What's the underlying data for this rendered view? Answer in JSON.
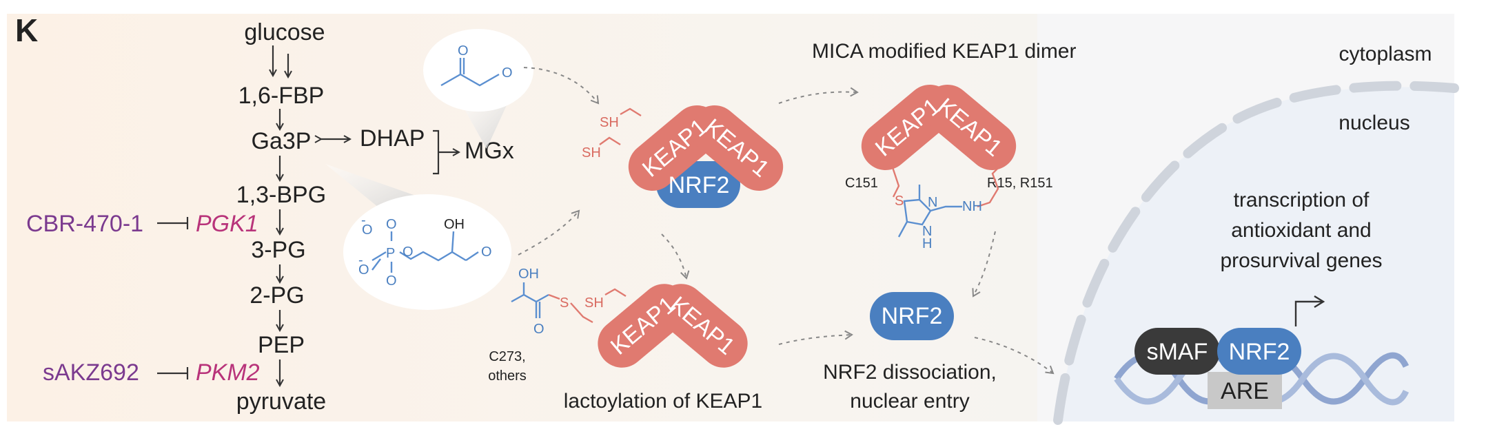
{
  "panel_label": "K",
  "glycolysis": {
    "metabolites": [
      "glucose",
      "1,6-FBP",
      "Ga3P",
      "1,3-BPG",
      "3-PG",
      "2-PG",
      "PEP",
      "pyruvate"
    ],
    "dhap": "DHAP",
    "mgx": "MGx"
  },
  "inhibitors": [
    {
      "compound": "CBR-470-1",
      "enzyme": "PGK1"
    },
    {
      "compound": "sAKZ692",
      "enzyme": "PKM2"
    }
  ],
  "chem_labels": {
    "o": "O",
    "oh": "OH",
    "p": "P",
    "o_minus": "O",
    "minus": "-",
    "s": "S",
    "sh": "SH",
    "n": "N",
    "nh": "NH",
    "h": "H"
  },
  "proteins": {
    "keap1": "KEAP1",
    "nrf2": "NRF2",
    "smaf": "sMAF",
    "are": "ARE"
  },
  "captions": {
    "mica_dimer": "MICA modified KEAP1 dimer",
    "c151": "C151",
    "r15_r151": "R15, R151",
    "c273_line1": "C273,",
    "c273_line2": "others",
    "lactoylation": "lactoylation of KEAP1",
    "dissociation_line1": "NRF2 dissociation,",
    "dissociation_line2": "nuclear entry",
    "cytoplasm": "cytoplasm",
    "nucleus": "nucleus",
    "transcription_line1": "transcription of",
    "transcription_line2": "antioxidant and",
    "transcription_line3": "prosurvival genes"
  },
  "colors": {
    "keap1": "#e07a70",
    "nrf2": "#4a7fc0",
    "smaf": "#3a3a3a",
    "inhibitor": "#7b3a8f",
    "enzyme": "#b8337a",
    "left_panel_bg": "#fcf2e8",
    "nucleus_bg": "#eef2f8",
    "dna": "#8fa5d0"
  }
}
